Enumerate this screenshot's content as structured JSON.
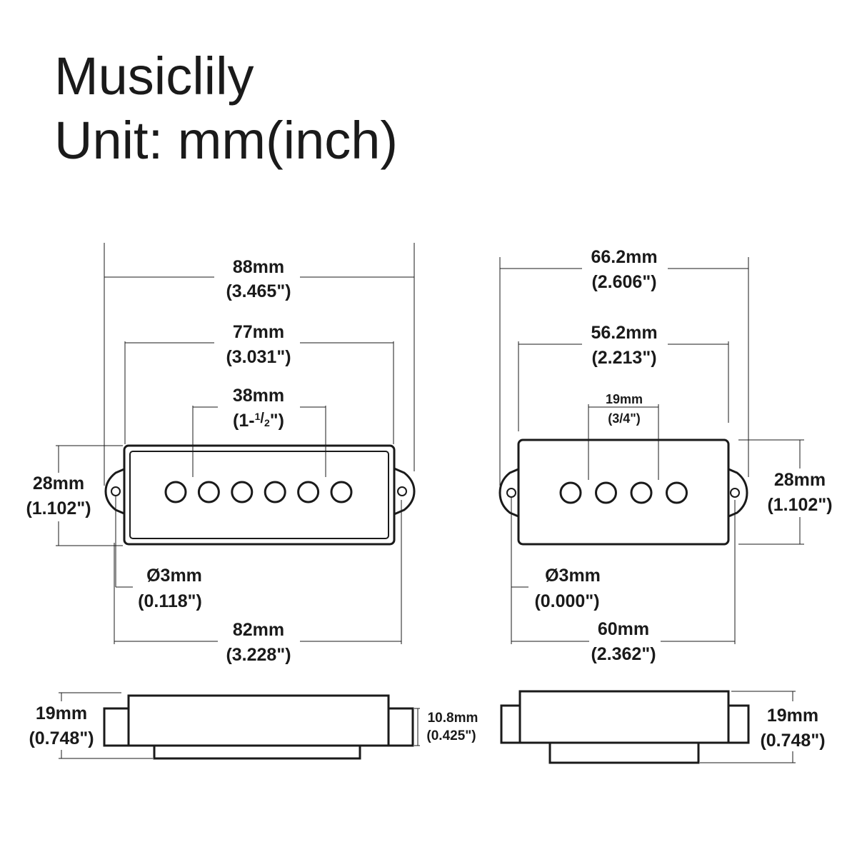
{
  "brand": "Musiclily",
  "unit_label": "Unit: mm(inch)",
  "left_pickup": {
    "overall_width": {
      "mm": "88mm",
      "inch": "(3.465\")"
    },
    "cover_width": {
      "mm": "77mm",
      "inch": "(3.031\")"
    },
    "pole_span": {
      "mm": "38mm",
      "inch_prefix": "(1-",
      "inch_num": "1",
      "inch_den": "2",
      "inch_suffix": "\")"
    },
    "height": {
      "mm": "28mm",
      "inch": "(1.102\")"
    },
    "hole": {
      "mm": "Ø3mm",
      "inch": "(0.118\")"
    },
    "mount_spacing": {
      "mm": "82mm",
      "inch": "(3.228\")"
    },
    "side_height": {
      "mm": "19mm",
      "inch": "(0.748\")"
    },
    "tab_height": {
      "mm": "10.8mm",
      "inch": "(0.425\")"
    },
    "pole_count": 6
  },
  "right_pickup": {
    "overall_width": {
      "mm": "66.2mm",
      "inch": "(2.606\")"
    },
    "cover_width": {
      "mm": "56.2mm",
      "inch": "(2.213\")"
    },
    "pole_span": {
      "mm": "19mm",
      "inch": "(3/4\")"
    },
    "height": {
      "mm": "28mm",
      "inch": "(1.102\")"
    },
    "hole": {
      "mm": "Ø3mm",
      "inch": "(0.000\")"
    },
    "mount_spacing": {
      "mm": "60mm",
      "inch": "(2.362\")"
    },
    "side_height": {
      "mm": "19mm",
      "inch": "(0.748\")"
    },
    "pole_count": 4
  }
}
